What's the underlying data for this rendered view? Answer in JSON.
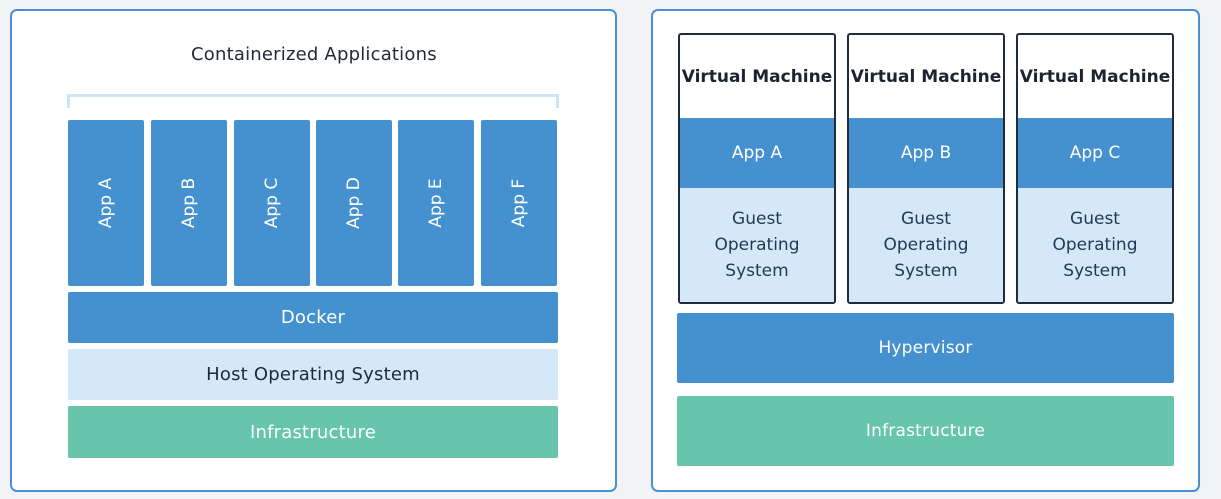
{
  "containers": {
    "title": "Containerized Applications",
    "apps": [
      "App A",
      "App B",
      "App C",
      "App D",
      "App E",
      "App F"
    ],
    "docker": "Docker",
    "host_os": "Host Operating System",
    "infrastructure": "Infrastructure"
  },
  "vms": {
    "machines": [
      {
        "title": "Virtual Machine",
        "app": "App A",
        "os": "Guest Operating System"
      },
      {
        "title": "Virtual Machine",
        "app": "App B",
        "os": "Guest Operating System"
      },
      {
        "title": "Virtual Machine",
        "app": "App C",
        "os": "Guest Operating System"
      }
    ],
    "hypervisor": "Hypervisor",
    "infrastructure": "Infrastructure"
  },
  "colors": {
    "border": "#4a90d6",
    "blue": "#4591cf",
    "light_blue": "#d5e8f7",
    "green": "#66c5ab"
  }
}
